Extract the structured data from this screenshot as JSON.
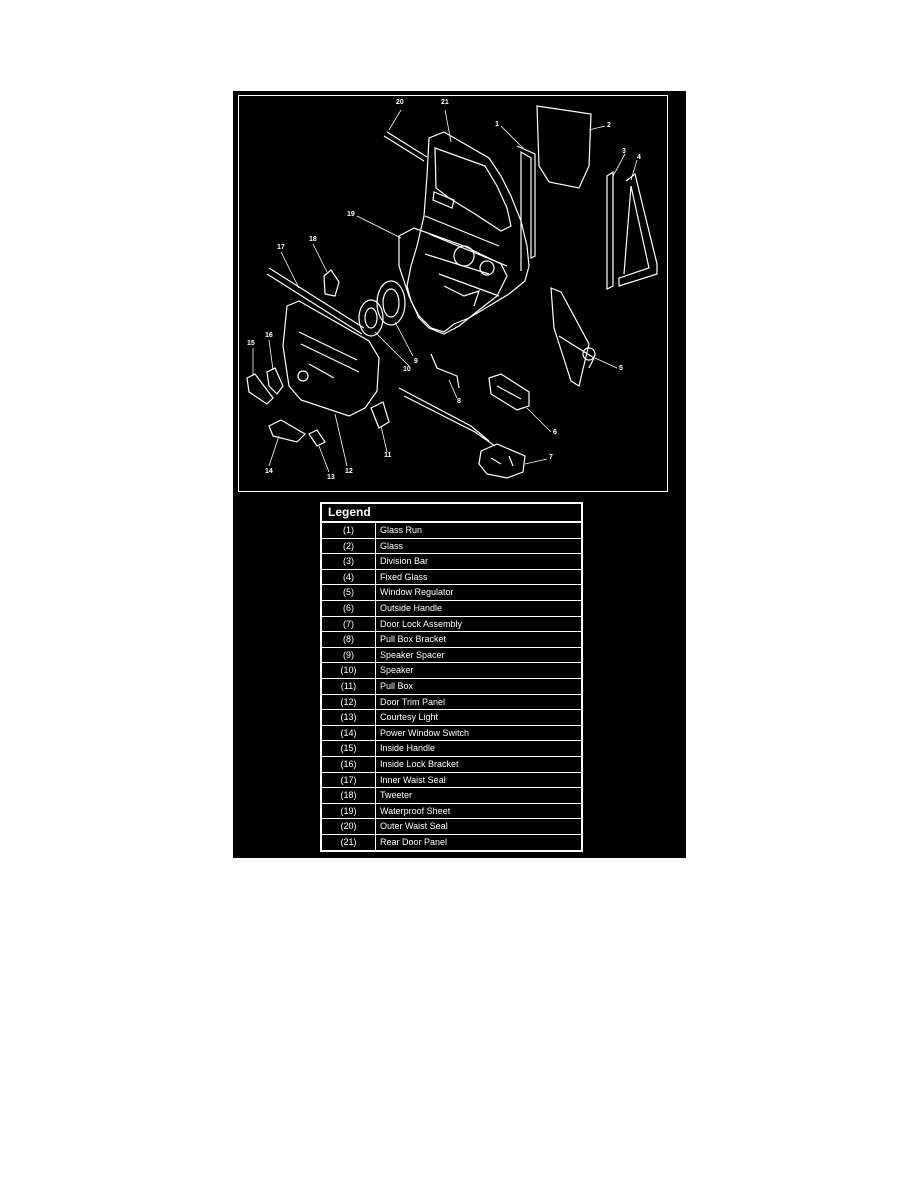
{
  "legend": {
    "title": "Legend",
    "items": [
      {
        "num": "(1)",
        "name": "Glass Run"
      },
      {
        "num": "(2)",
        "name": "Glass"
      },
      {
        "num": "(3)",
        "name": "Division Bar"
      },
      {
        "num": "(4)",
        "name": "Fixed Glass"
      },
      {
        "num": "(5)",
        "name": "Window Regulator"
      },
      {
        "num": "(6)",
        "name": "Outside Handle"
      },
      {
        "num": "(7)",
        "name": "Door Lock Assembly"
      },
      {
        "num": "(8)",
        "name": "Pull Box Bracket"
      },
      {
        "num": "(9)",
        "name": "Speaker Spacer"
      },
      {
        "num": "(10)",
        "name": "Speaker"
      },
      {
        "num": "(11)",
        "name": "Pull Box"
      },
      {
        "num": "(12)",
        "name": "Door Trim Panel"
      },
      {
        "num": "(13)",
        "name": "Courtesy Light"
      },
      {
        "num": "(14)",
        "name": "Power Window Switch"
      },
      {
        "num": "(15)",
        "name": "Inside Handle"
      },
      {
        "num": "(16)",
        "name": "Inside Lock Bracket"
      },
      {
        "num": "(17)",
        "name": "Inner Waist Seal"
      },
      {
        "num": "(18)",
        "name": "Tweeter"
      },
      {
        "num": "(19)",
        "name": "Waterproof Sheet"
      },
      {
        "num": "(20)",
        "name": "Outer Waist Seal"
      },
      {
        "num": "(21)",
        "name": "Rear Door Panel"
      }
    ]
  },
  "callouts": {
    "c1": "1",
    "c2": "2",
    "c3": "3",
    "c4": "4",
    "c5": "5",
    "c6": "6",
    "c7": "7",
    "c8": "8",
    "c9": "9",
    "c10": "10",
    "c11": "11",
    "c12": "12",
    "c13": "13",
    "c14": "14",
    "c15": "15",
    "c16": "16",
    "c17": "17",
    "c18": "18",
    "c19": "19",
    "c20": "20",
    "c21": "21"
  },
  "colors": {
    "background": "#000000",
    "line": "#ffffff",
    "page": "#ffffff"
  }
}
